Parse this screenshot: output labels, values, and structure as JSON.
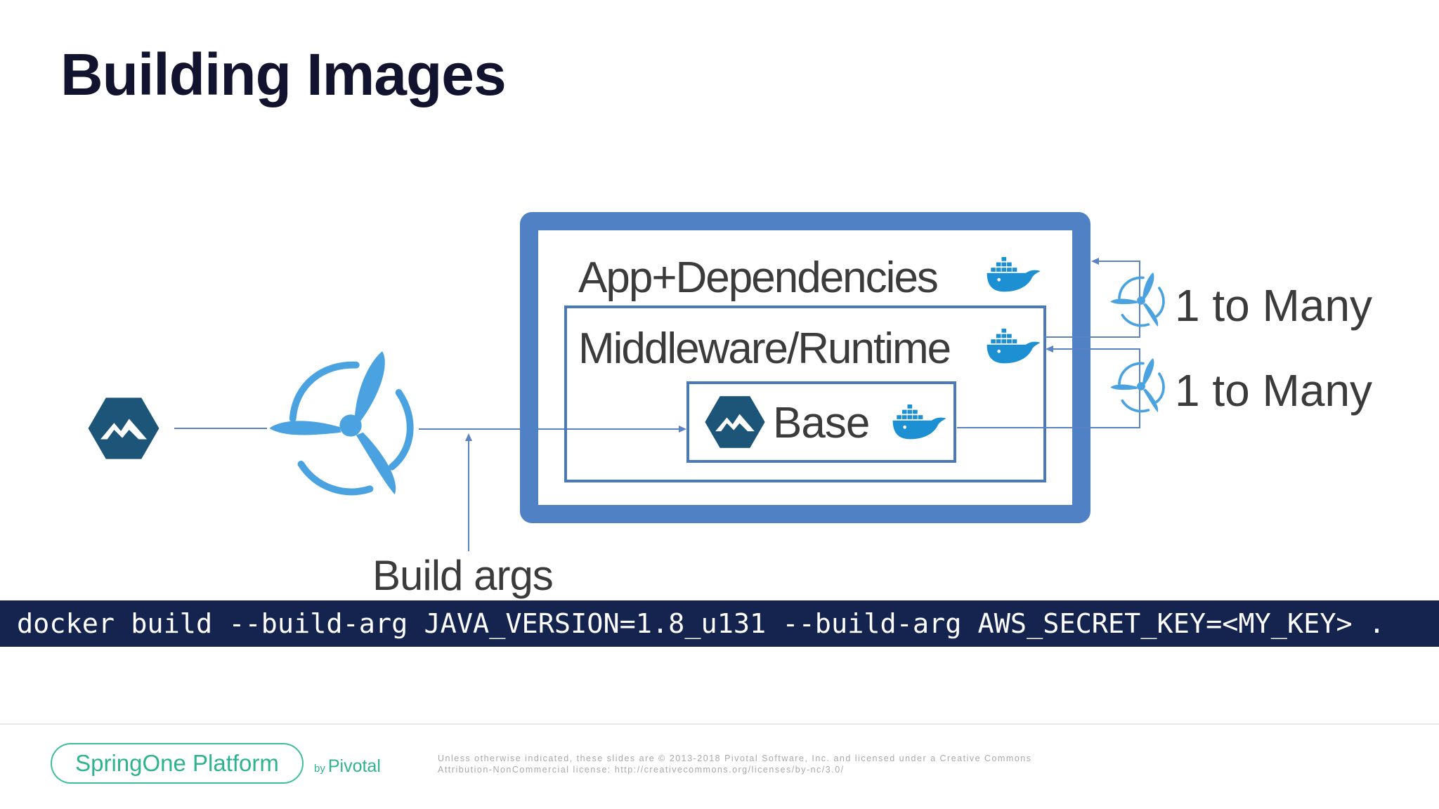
{
  "slide": {
    "title": "Building Images"
  },
  "diagram": {
    "layers": {
      "app": "App+Dependencies",
      "middleware": "Middleware/Runtime",
      "base": "Base"
    },
    "annotations": {
      "fan_out_top": "1 to Many",
      "fan_out_bottom": "1 to Many",
      "build_args": "Build args"
    },
    "colors": {
      "outer_frame": "#4f81c4",
      "inner_frame": "#4a78bd",
      "arrow": "#5b82c2",
      "pipeline_icon": "#4aa3e0",
      "alpine_icon": "#1d5578",
      "docker_icon": "#1d8fd3"
    },
    "icons": [
      "alpine-logo-icon",
      "pipeline-fan-icon",
      "docker-whale-icon"
    ]
  },
  "command": {
    "text": "docker build --build-arg JAVA_VERSION=1.8_u131 --build-arg AWS_SECRET_KEY=<MY_KEY> ."
  },
  "footer": {
    "brand": "SpringOne Platform",
    "by": "by",
    "company": "Pivotal",
    "legal_line1": "Unless otherwise indicated, these slides are © 2013-2018 Pivotal Software, Inc. and licensed under a Creative Commons",
    "legal_line2": "Attribution-NonCommercial license: http://creativecommons.org/licenses/by-nc/3.0/"
  }
}
